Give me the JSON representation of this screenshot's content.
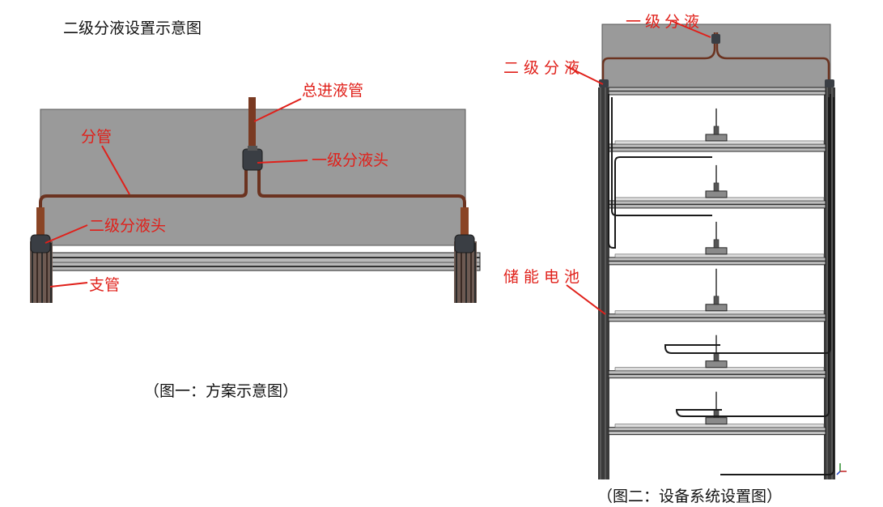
{
  "diagram": {
    "title": "二级分液设置示意图",
    "figure1": {
      "caption": "（图一：方案示意图）",
      "labels": {
        "main_pipe": "总进液管",
        "branch_pipe": "分管",
        "primary_head": "一级分液头",
        "secondary_head": "二级分液头",
        "support_pipe": "支管"
      }
    },
    "figure2": {
      "caption": "（图二：设备系统设置图）",
      "labels": {
        "primary": "一级分液",
        "secondary": "二级分液",
        "battery": "储能电池"
      },
      "shelf_count": 7
    },
    "colors": {
      "label_red": "#e0201a",
      "panel_gray": "#9a9a9a",
      "pipe_copper": "#7a3a22",
      "frame_dark": "#2b2b2b"
    }
  }
}
